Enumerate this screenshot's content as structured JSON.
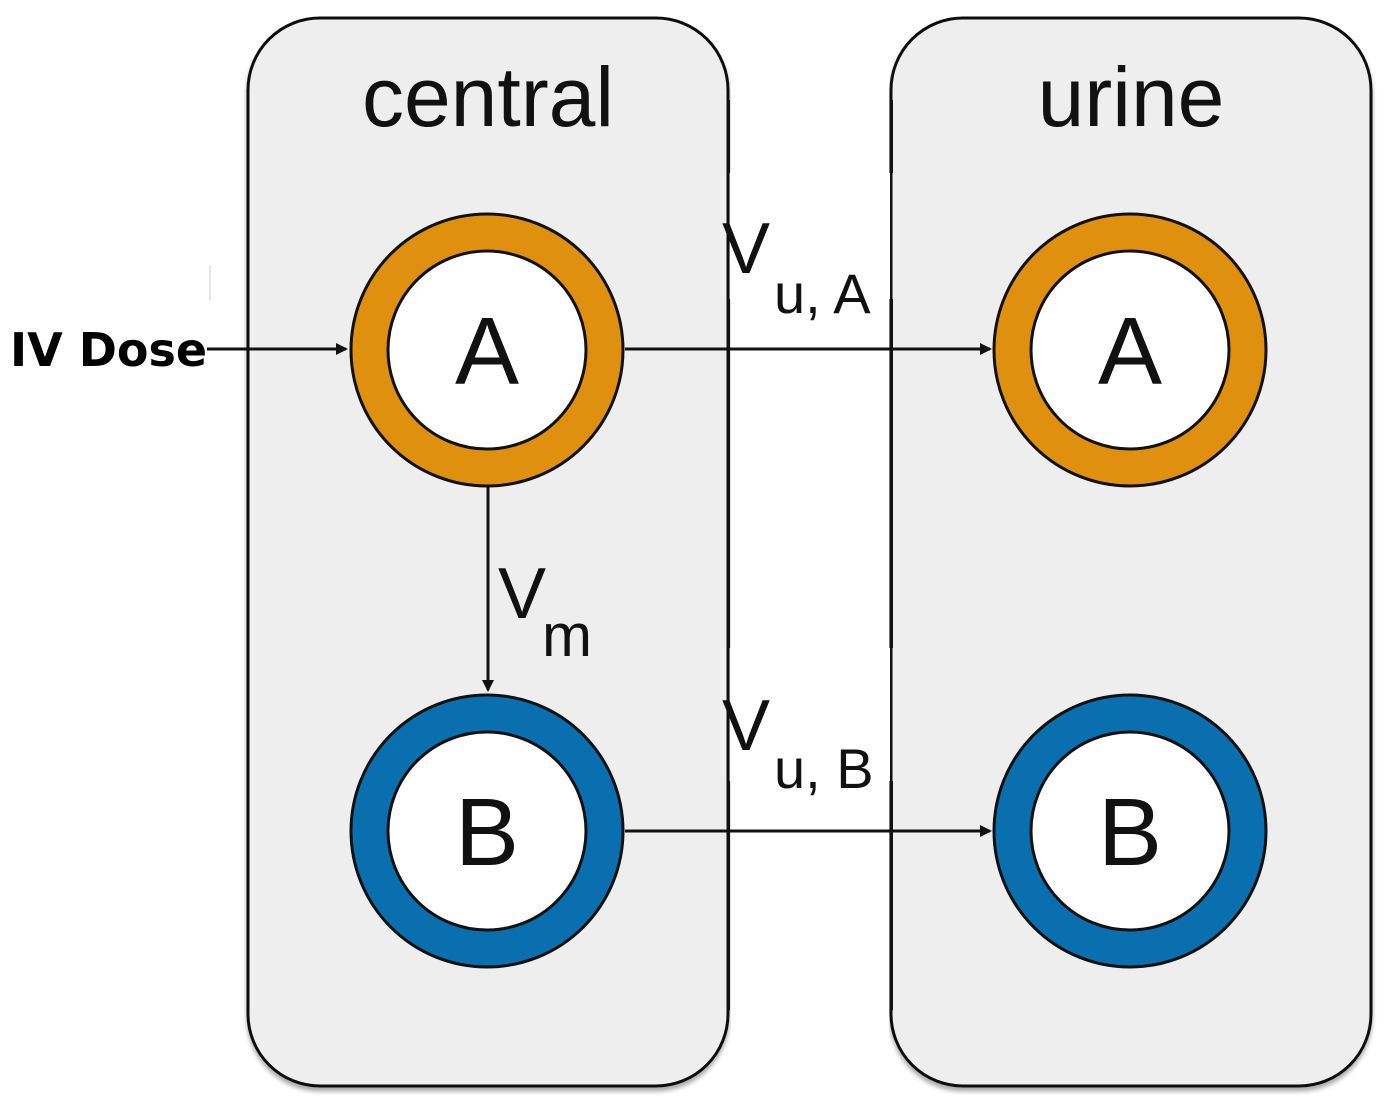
{
  "compartments": [
    {
      "id": "central",
      "title": "central"
    },
    {
      "id": "urine",
      "title": "urine"
    }
  ],
  "species": [
    {
      "id": "central-A",
      "compartment": "central",
      "label": "A",
      "ring_color": "#e0900f"
    },
    {
      "id": "central-B",
      "compartment": "central",
      "label": "B",
      "ring_color": "#0a6fae"
    },
    {
      "id": "urine-A",
      "compartment": "urine",
      "label": "A",
      "ring_color": "#e0900f"
    },
    {
      "id": "urine-B",
      "compartment": "urine",
      "label": "B",
      "ring_color": "#0a6fae"
    }
  ],
  "reactions": [
    {
      "id": "dose",
      "from": "input",
      "to": "central-A",
      "label": "IV Dose"
    },
    {
      "id": "metabolism",
      "from": "central-A",
      "to": "central-B",
      "symbol": "V",
      "subscript": "m"
    },
    {
      "id": "urinary-A",
      "from": "central-A",
      "to": "urine-A",
      "symbol": "V",
      "subscript": "u, A"
    },
    {
      "id": "urinary-B",
      "from": "central-B",
      "to": "urine-B",
      "symbol": "V",
      "subscript": "u, B"
    }
  ],
  "colors": {
    "compartment_fill": "#eeeeee",
    "outline": "#111111",
    "orange": "#e0900f",
    "blue": "#0a6fae"
  }
}
